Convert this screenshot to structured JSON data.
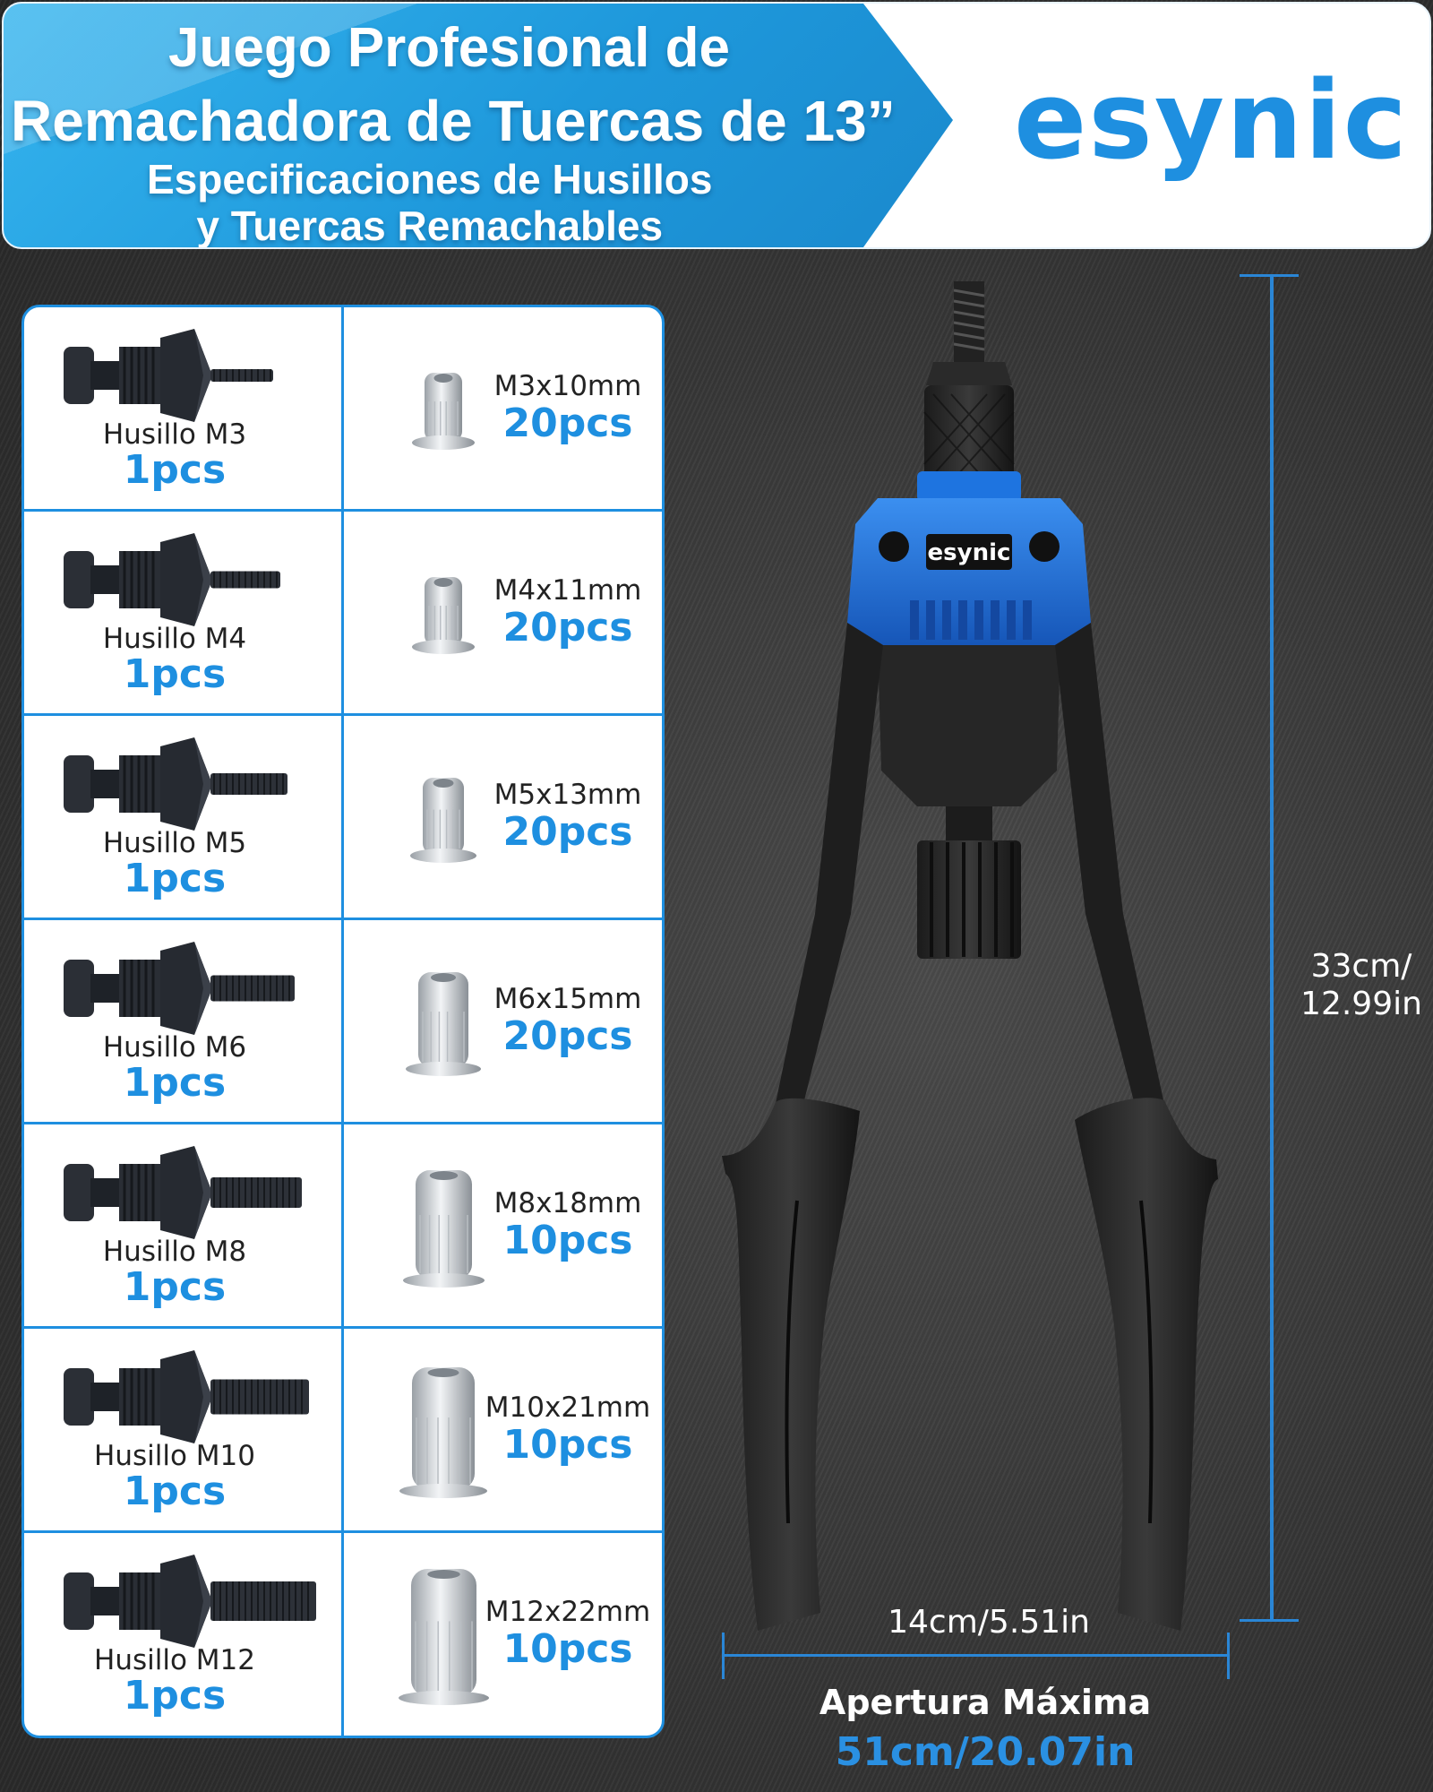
{
  "header": {
    "title_line1": "Juego Profesional de",
    "title_line2": "Remachadora de Tuercas de 13”",
    "subtitle_line1": "Especificaciones de Husillos",
    "subtitle_line2": "y Tuercas Remachables",
    "brand": "esynic"
  },
  "tool": {
    "brand_label": "esynic",
    "height_dim": "33cm/",
    "height_dim2": "12.99in",
    "width_dim": "14cm/5.51in",
    "opening_label": "Apertura Máxima",
    "opening_value": "51cm/20.07in"
  },
  "rows": [
    {
      "spindle": "Husillo M3",
      "spindle_qty": "1pcs",
      "nut": "M3x10mm",
      "nut_qty": "20pcs"
    },
    {
      "spindle": "Husillo M4",
      "spindle_qty": "1pcs",
      "nut": "M4x11mm",
      "nut_qty": "20pcs"
    },
    {
      "spindle": "Husillo M5",
      "spindle_qty": "1pcs",
      "nut": "M5x13mm",
      "nut_qty": "20pcs"
    },
    {
      "spindle": "Husillo M6",
      "spindle_qty": "1pcs",
      "nut": "M6x15mm",
      "nut_qty": "20pcs"
    },
    {
      "spindle": "Husillo M8",
      "spindle_qty": "1pcs",
      "nut": "M8x18mm",
      "nut_qty": "10pcs"
    },
    {
      "spindle": "Husillo M10",
      "spindle_qty": "1pcs",
      "nut": "M10x21mm",
      "nut_qty": "10pcs"
    },
    {
      "spindle": "Husillo M12",
      "spindle_qty": "1pcs",
      "nut": "M12x22mm",
      "nut_qty": "10pcs"
    }
  ],
  "colors": {
    "accent": "#1e8fe0",
    "header": "#2aa6e8",
    "tool_head": "#1f74d6"
  }
}
